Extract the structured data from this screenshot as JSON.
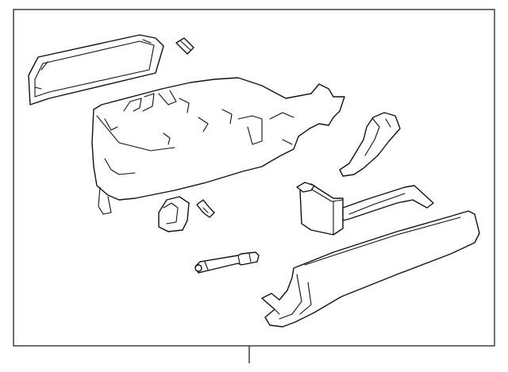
{
  "diagram": {
    "style": "parts-exploded-view",
    "line_color": "#111111",
    "background": "#ffffff",
    "parts": [
      {
        "name": "glove-box-door-liner"
      },
      {
        "name": "small-clip"
      },
      {
        "name": "glove-box-housing"
      },
      {
        "name": "side-bracket"
      },
      {
        "name": "storage-box-with-arm"
      },
      {
        "name": "latch-bracket"
      },
      {
        "name": "retainer-clip"
      },
      {
        "name": "damper-rod"
      },
      {
        "name": "glove-box-door"
      }
    ]
  }
}
